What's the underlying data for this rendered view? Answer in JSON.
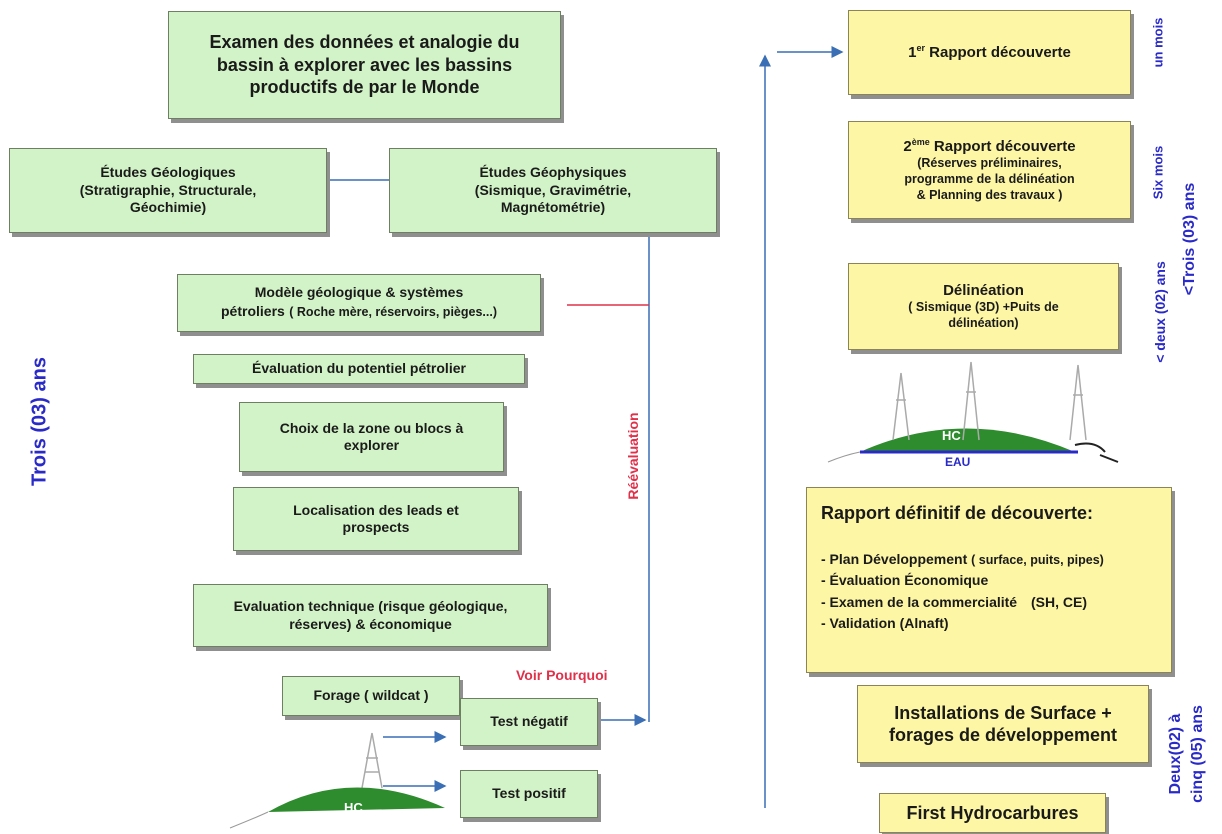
{
  "left": {
    "examen": "Examen des données et analogie du bassin à explorer avec les bassins productifs de par le Monde",
    "geologiques": {
      "title": "Études Géologiques",
      "detail": "(Stratigraphie, Structurale, Géochimie)"
    },
    "geophysiques": {
      "title": "Études Géophysiques",
      "detail": "(Sismique, Gravimétrie, Magnétométrie)"
    },
    "modele": {
      "title": "Modèle géologique & systèmes",
      "line2": "pétroliers",
      "detail": "( Roche mère, réservoirs, pièges...)"
    },
    "evaluation_potentiel": "Évaluation du potentiel pétrolier",
    "choix_zone": "Choix de la zone ou blocs à explorer",
    "localisation": "Localisation des leads et prospects",
    "evaluation_technique": "Evaluation technique (risque géologique, réserves) & économique",
    "forage": "Forage ( wildcat )",
    "test_negatif": "Test négatif",
    "test_positif": "Test positif",
    "voir_pourquoi": "Voir Pourquoi",
    "reevaluation": "Réévaluation",
    "hc_left": "HC",
    "duree_gauche": "Trois (03) ans"
  },
  "right": {
    "rapport1": {
      "prefix": "1",
      "sup": "er",
      "text": "Rapport découverte"
    },
    "rapport2": {
      "prefix": "2",
      "sup": "ème",
      "text": "Rapport découverte",
      "details": [
        "(Réserves préliminaires,",
        "programme de la délinéation",
        "& Planning des travaux )"
      ]
    },
    "delineation": {
      "title": "Délinéation",
      "details": [
        "( Sismique (3D) +Puits de",
        "délinéation)"
      ]
    },
    "hc": "HC",
    "eau": "EAU",
    "rapport_final": {
      "title": "Rapport définitif de découverte:",
      "items": [
        {
          "label": "- Plan Développement",
          "note": "( surface, puits, pipes)"
        },
        {
          "label": "- Évaluation Économique",
          "note": ""
        },
        {
          "label": "- Examen de la commercialité",
          "note": "(SH, CE)"
        },
        {
          "label": "- Validation (Alnaft)",
          "note": ""
        }
      ]
    },
    "installations": "Installations de Surface + forages de développement",
    "first_hc": "First Hydrocarbures",
    "durations": {
      "un_mois": "un mois",
      "six_mois": "Six mois",
      "deux_ans": "< deux (02) ans",
      "trois_ans": "<Trois (03) ans",
      "deux_cinq_line1": "Deux(02) à",
      "deux_cinq_line2": "cinq (05) ans"
    }
  },
  "colors": {
    "box_green": "#d2f3c7",
    "box_yellow": "#fdf6a5",
    "arrow_blue": "#3a6fb5",
    "label_blue": "#2a2ac8",
    "label_red": "#e0304a",
    "hc_green": "#2e8b2e"
  }
}
